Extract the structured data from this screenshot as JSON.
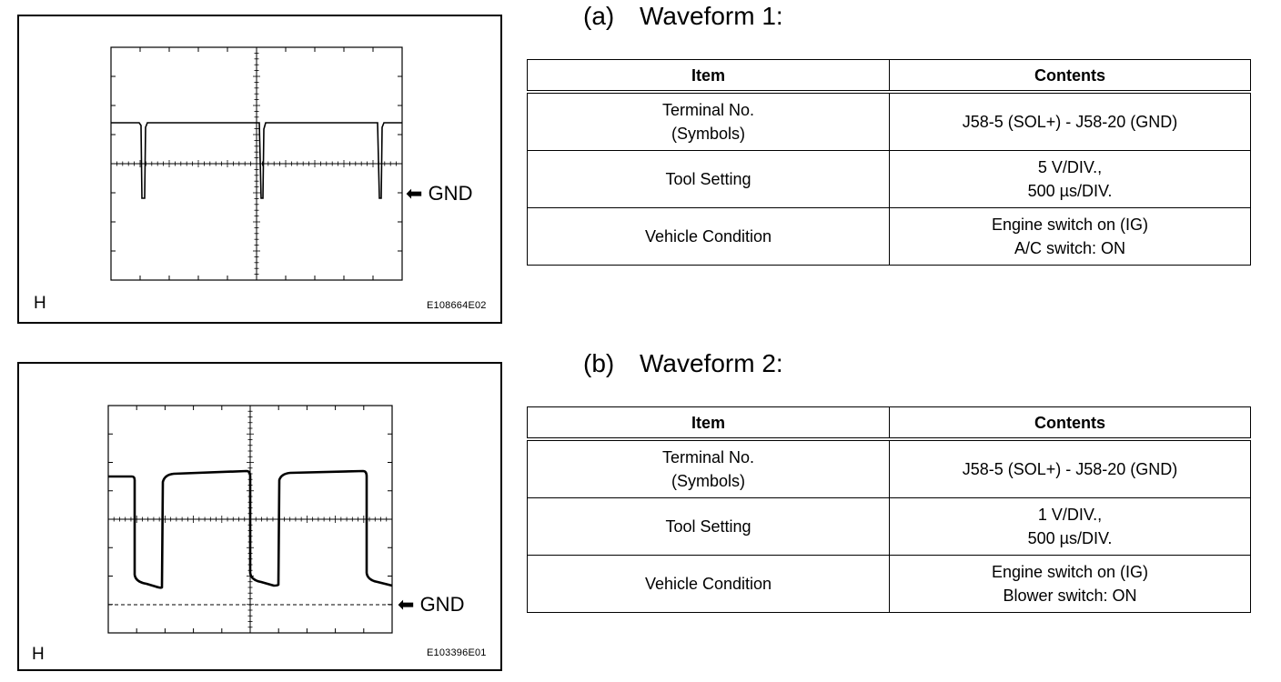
{
  "waveform1": {
    "title_tag": "(a)",
    "title": "Waveform 1:",
    "figure": {
      "corner_label": "H",
      "figure_code": "E108664E02",
      "gnd_label": "GND",
      "arrow_icon": "left-arrow-icon"
    },
    "table": {
      "headers": {
        "item": "Item",
        "contents": "Contents"
      },
      "rows": [
        {
          "item": [
            "Terminal No.",
            "(Symbols)"
          ],
          "contents": [
            "J58-5 (SOL+) - J58-20 (GND)"
          ]
        },
        {
          "item": [
            "Tool Setting"
          ],
          "contents": [
            "5 V/DIV.,",
            "500 µs/DIV."
          ]
        },
        {
          "item": [
            "Vehicle Condition"
          ],
          "contents": [
            "Engine switch on (IG)",
            "A/C switch: ON"
          ]
        }
      ]
    }
  },
  "waveform2": {
    "title_tag": "(b)",
    "title": "Waveform 2:",
    "figure": {
      "corner_label": "H",
      "figure_code": "E103396E01",
      "gnd_label": "GND",
      "arrow_icon": "left-arrow-icon"
    },
    "table": {
      "headers": {
        "item": "Item",
        "contents": "Contents"
      },
      "rows": [
        {
          "item": [
            "Terminal No.",
            "(Symbols)"
          ],
          "contents": [
            "J58-5 (SOL+) - J58-20 (GND)"
          ]
        },
        {
          "item": [
            "Tool Setting"
          ],
          "contents": [
            "1 V/DIV.,",
            "500 µs/DIV."
          ]
        },
        {
          "item": [
            "Vehicle Condition"
          ],
          "contents": [
            "Engine switch on (IG)",
            "Blower switch: ON"
          ]
        }
      ]
    }
  }
}
